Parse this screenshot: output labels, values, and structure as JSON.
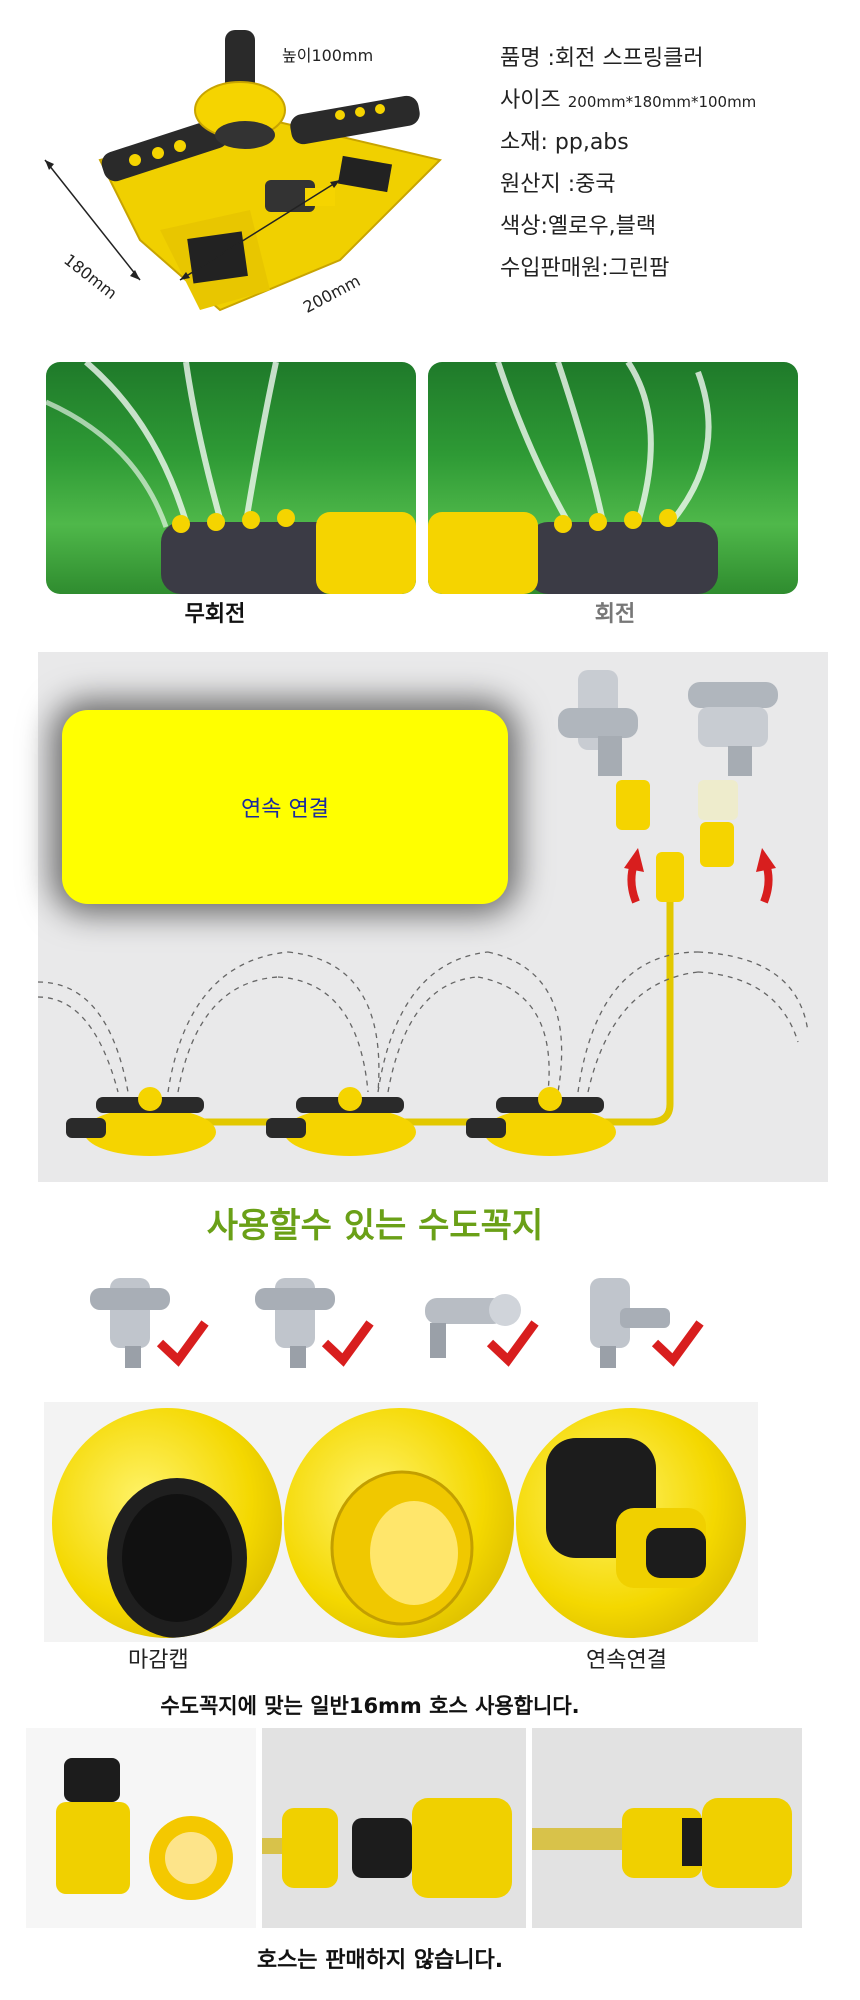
{
  "product": {
    "height_label": "높이100mm",
    "dim_180": "180mm",
    "dim_200": "200mm"
  },
  "specs": [
    {
      "label": "품명",
      "sep": " :",
      "value": "회전 스프링클러"
    },
    {
      "label": "사이즈",
      "sep": " ",
      "value": "200mm*180mm*100mm"
    },
    {
      "label": "소재",
      "sep": ": ",
      "value": "pp,abs"
    },
    {
      "label": "원산지",
      "sep": " :",
      "value": "중국"
    },
    {
      "label": "색상",
      "sep": ":",
      "value": "옐로우,블랙"
    },
    {
      "label": "수입판매원",
      "sep": ":",
      "value": "그린팜"
    }
  ],
  "spray_modes": {
    "left_caption": "무회전",
    "right_caption": "회전"
  },
  "connection": {
    "box_text": "연속 연결"
  },
  "faucets": {
    "title": "사용할수 있는 수도꼭지"
  },
  "caps": {
    "left_caption": "마감캡",
    "right_caption": "연속연결"
  },
  "hose": {
    "title": "수도꼭지에 맞는 일반16mm 호스 사용합니다.",
    "footer": "호스는 판매하지 않습니다."
  },
  "colors": {
    "accent_yellow": "#f5d400",
    "box_yellow": "#ffff00",
    "green_title": "#6aa017",
    "check_red": "#d81e1e",
    "box_text": "#1a2aa0"
  }
}
